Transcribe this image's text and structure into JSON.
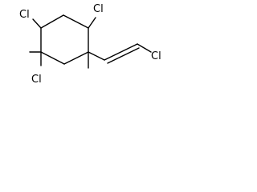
{
  "molecule": {
    "atoms": {
      "cl_top_left": "Cl",
      "cl_top_right": "Cl",
      "cl_bottom_left": "Cl",
      "cl_vinyl": "Cl"
    },
    "colors": {
      "bond": "#000000",
      "label": "#000000",
      "background": "#ffffff"
    }
  }
}
